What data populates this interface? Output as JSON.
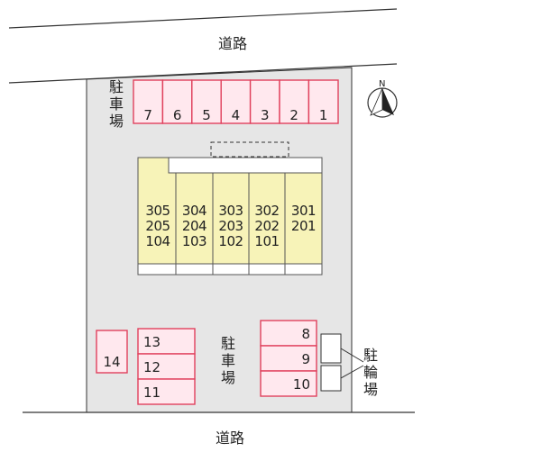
{
  "roads": {
    "top": "道路",
    "bottom": "道路"
  },
  "compass": {
    "label": "N"
  },
  "labels": {
    "parking_top": [
      "駐",
      "車",
      "場"
    ],
    "parking_bottom": [
      "駐",
      "車",
      "場"
    ],
    "bicycle_parking": [
      "駐",
      "輪",
      "場"
    ]
  },
  "parking_top_slots": [
    "7",
    "6",
    "5",
    "4",
    "3",
    "2",
    "1"
  ],
  "parking_left_slot": "14",
  "parking_bottom_left_slots": [
    "13",
    "12",
    "11"
  ],
  "parking_bottom_right_slots": [
    "8",
    "9",
    "10"
  ],
  "building_units": [
    [
      "305",
      "205",
      "104"
    ],
    [
      "304",
      "204",
      "103"
    ],
    [
      "303",
      "203",
      "102"
    ],
    [
      "302",
      "202",
      "101"
    ],
    [
      "301",
      "201",
      ""
    ]
  ],
  "colors": {
    "parking_fill": "#ffe8ee",
    "parking_stroke": "#e0405c",
    "unit_fill": "#f7f3b8",
    "lot_fill": "#e6e6e6"
  }
}
